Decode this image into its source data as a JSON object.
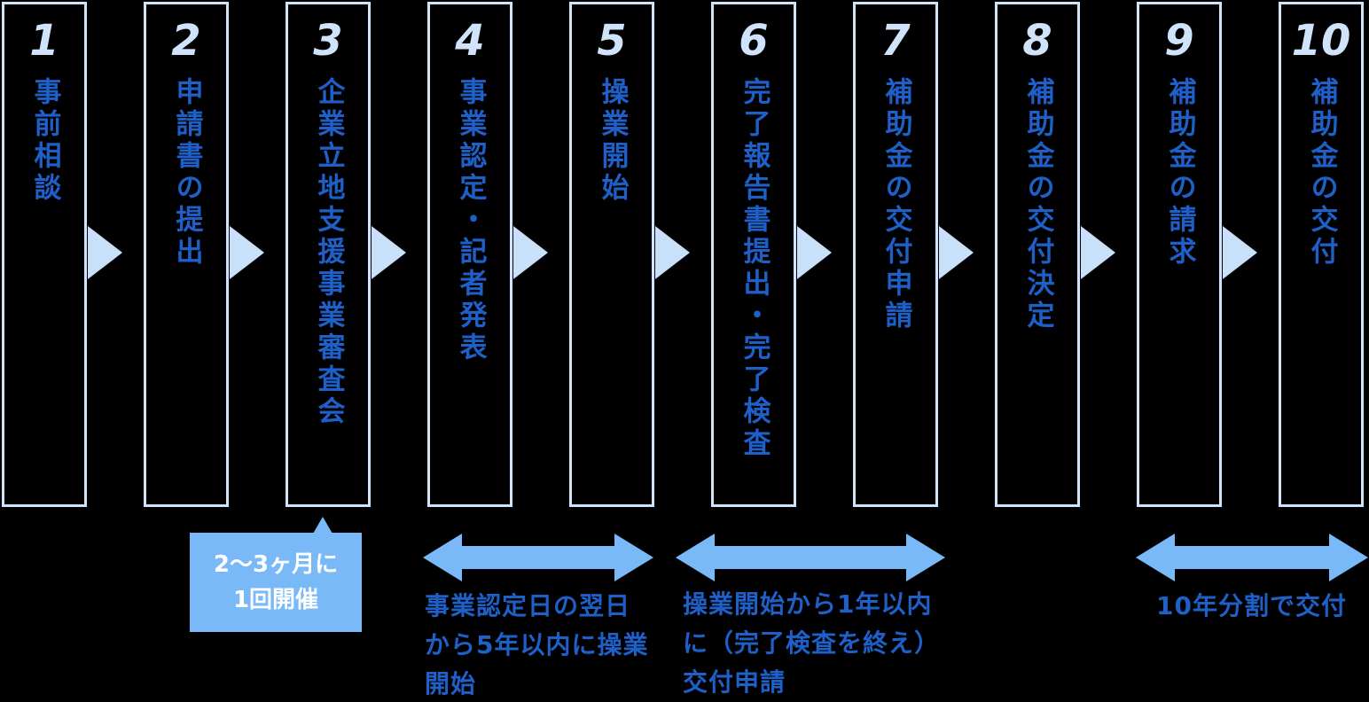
{
  "diagram": {
    "steps": [
      {
        "number": "1",
        "label": "事前相談"
      },
      {
        "number": "2",
        "label": "申請書の提出"
      },
      {
        "number": "3",
        "label": "企業立地支援事業審査会"
      },
      {
        "number": "4",
        "label": "事業認定・記者発表"
      },
      {
        "number": "5",
        "label": "操業開始"
      },
      {
        "number": "6",
        "label": "完了報告書提出・完了検査"
      },
      {
        "number": "7",
        "label": "補助金の交付申請"
      },
      {
        "number": "8",
        "label": "補助金の交付決定"
      },
      {
        "number": "9",
        "label": "補助金の請求"
      },
      {
        "number": "10",
        "label": "補助金の交付"
      }
    ],
    "callout": {
      "text": "2〜3ヶ月に\n1回開催"
    },
    "duration_notes": [
      {
        "text": "事業認定日の翌日\nから5年以内に操業\n開始"
      },
      {
        "text": "操業開始から1年以内\nに（完了検査を終え）\n交付申請"
      },
      {
        "text": "10年分割で交付"
      }
    ],
    "colors": {
      "background": "#000000",
      "box_border": "#cfe3fb",
      "step_number": "#cfe3fb",
      "step_label": "#1e5fc8",
      "connector_arrow": "#c9e0fa",
      "highlight_blue": "#7ab9f7",
      "callout_text": "#ffffff",
      "note_text": "#1e5fc8"
    }
  }
}
